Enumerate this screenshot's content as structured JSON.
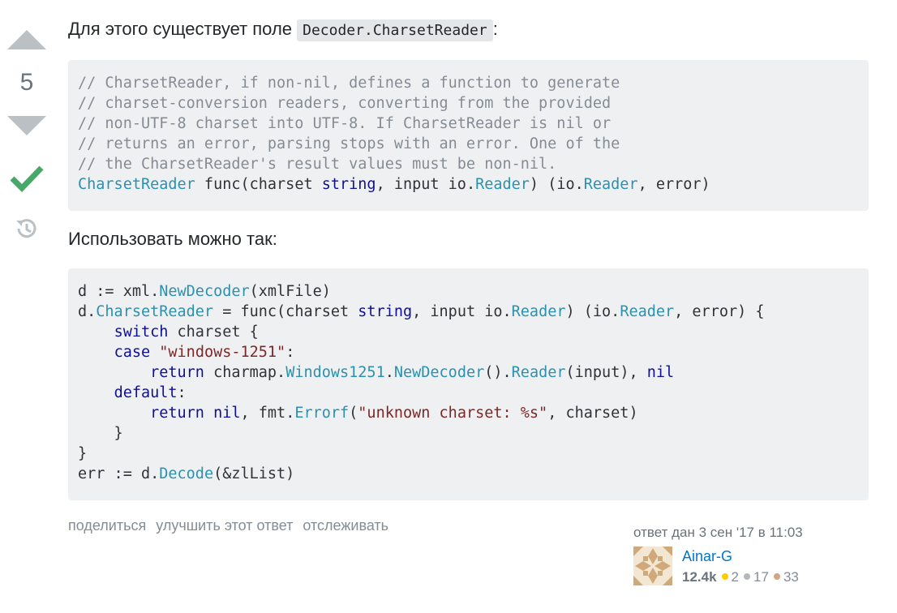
{
  "vote": {
    "count": "5"
  },
  "answer": {
    "intro_text": "Для этого существует поле ",
    "intro_code": "Decoder.CharsetReader",
    "intro_suffix": ":",
    "usage_text": "Использовать можно так:",
    "code1": {
      "c1": "// CharsetReader, if non-nil, defines a function to generate",
      "c2": "// charset-conversion readers, converting from the provided",
      "c3": "// non-UTF-8 charset into UTF-8. If CharsetReader is nil or",
      "c4": "// returns an error, parsing stops with an error. One of the",
      "c5": "// the CharsetReader's result values must be non-nil.",
      "l6_field": "CharsetReader",
      "l6_a": " func(charset ",
      "l6_string": "string",
      "l6_b": ", input io.",
      "l6_reader1": "Reader",
      "l6_c": ") (io.",
      "l6_reader2": "Reader",
      "l6_d": ", error)"
    },
    "code2": {
      "l1_a": "d := xml.",
      "l1_fn": "NewDecoder",
      "l1_b": "(xmlFile)",
      "l2_a": "d.",
      "l2_field": "CharsetReader",
      "l2_b": " = func(charset ",
      "l2_string": "string",
      "l2_c": ", input io.",
      "l2_reader1": "Reader",
      "l2_d": ") (io.",
      "l2_reader2": "Reader",
      "l2_e": ", error) {",
      "l3_indent": "    ",
      "l3_kw": "switch",
      "l3_a": " charset {",
      "l4_indent": "    ",
      "l4_kw": "case",
      "l4_sp": " ",
      "l4_str": "\"windows-1251\"",
      "l4_a": ":",
      "l5_indent": "        ",
      "l5_kw": "return",
      "l5_a": " charmap.",
      "l5_t1": "Windows1251",
      "l5_dot": ".",
      "l5_t2": "NewDecoder",
      "l5_b": "().",
      "l5_t3": "Reader",
      "l5_c": "(input), ",
      "l5_nil": "nil",
      "l6_indent": "    ",
      "l6_kw": "default",
      "l6_a": ":",
      "l7_indent": "        ",
      "l7_kw": "return",
      "l7_sp": " ",
      "l7_nil": "nil",
      "l7_a": ", fmt.",
      "l7_fn": "Errorf",
      "l7_b": "(",
      "l7_str": "\"unknown charset: %s\"",
      "l7_c": ", charset)",
      "l8": "    }",
      "l9": "}",
      "l10_a": "err := d.",
      "l10_fn": "Decode",
      "l10_b": "(&zlList)"
    }
  },
  "menu": {
    "share": "поделиться",
    "improve": "улучшить этот ответ",
    "follow": "отслеживать"
  },
  "signature": {
    "action_time": "ответ дан 3 сен '17 в 11:03",
    "user_name": "Ainar-G",
    "reputation": "12.4k",
    "gold": "2",
    "silver": "17",
    "bronze": "33",
    "colors": {
      "gold": "#ffcc01",
      "silver": "#b4b8bc",
      "bronze": "#d1a684",
      "link": "#0077cc"
    }
  }
}
